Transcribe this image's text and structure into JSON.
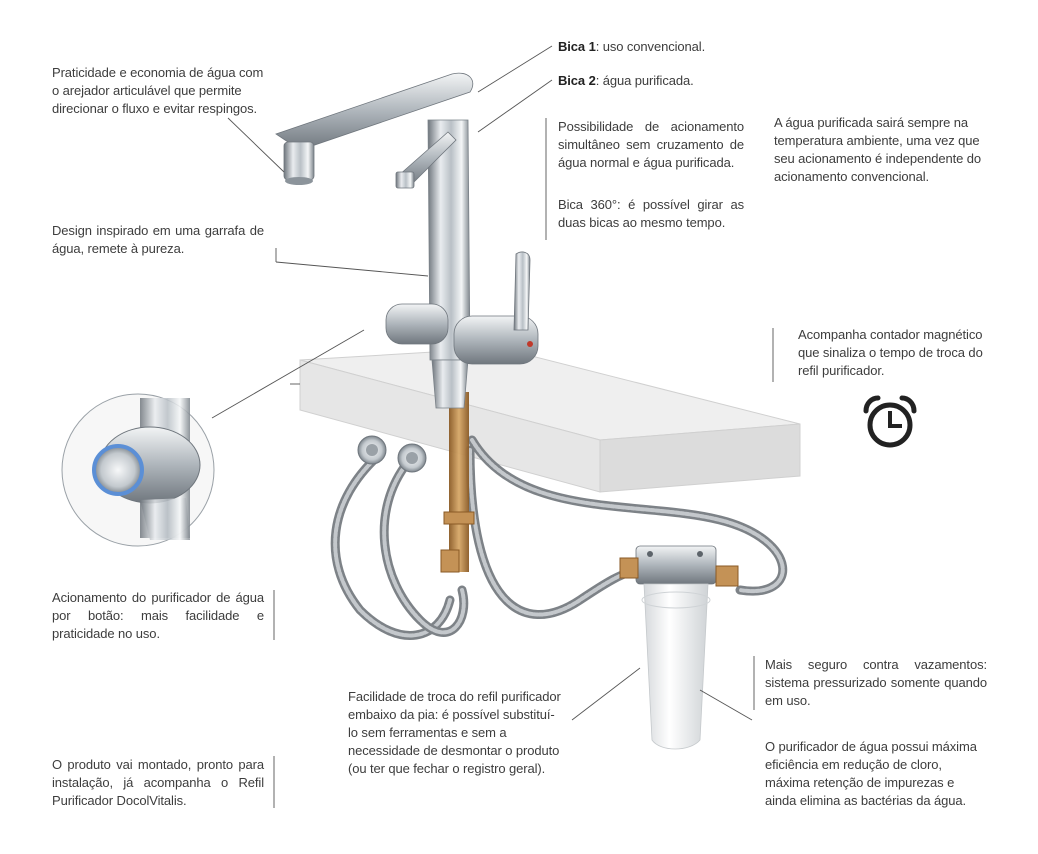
{
  "callouts": {
    "aerator": "Praticidade e economia de água com o arejador articulável que permite direcionar o fluxo e evitar respingos.",
    "design": "Design inspirado em uma garrafa de água, remete à pureza.",
    "button": "Acionamento do purificador de água por botão: mais facilidade e praticidade no uso.",
    "mounted": "O produto vai montado, pronto para instalação, já acompanha o Refil Purificador DocolVitalis.",
    "bica1_label": "Bica 1",
    "bica1_text": ": uso convencional.",
    "bica2_label": "Bica 2",
    "bica2_text": ": água purificada.",
    "simultaneous": "Possibilidade de acionamento simultâneo sem cruzamento de água normal e água purificada.",
    "bica360": "Bica 360°: é possível girar as duas bicas ao mesmo tempo.",
    "ambient": "A água purificada sairá sempre na temperatura ambiente, uma vez que seu acionamento é independente do acionamento convencional.",
    "counter": "Acompanha contador magnético que sinaliza o tempo de troca do refil purificador.",
    "refil": "Facilidade de troca do refil purificador embaixo da pia: é possível substituí-lo sem ferramentas e sem a necessidade de desmontar o produto (ou ter que fechar o registro geral).",
    "seguro": "Mais seguro contra vazamentos: sistema pressurizado somente quando em uso.",
    "filtro": "O purificador de água possui máxima eficiência em redução de cloro, máxima retenção de impurezas e ainda elimina as bactérias da água."
  },
  "icons": {
    "clock": "alarm-clock-icon"
  },
  "colors": {
    "text": "#3d3d3d",
    "lines": "#666666",
    "chrome": "#9aa3ab",
    "hose": "#8a8f94",
    "brass": "#b8864a",
    "filter": "#f2f3f4",
    "button_ring": "#5b8fd6"
  }
}
